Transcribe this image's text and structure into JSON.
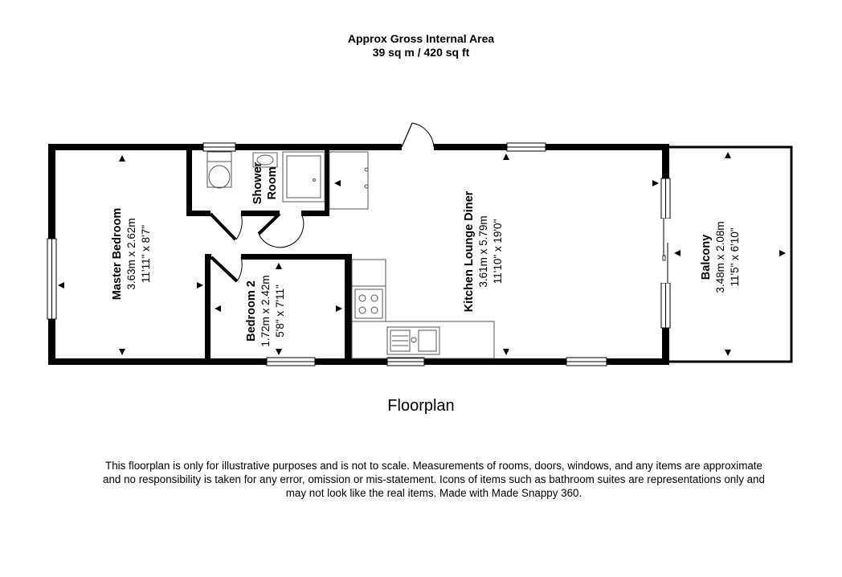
{
  "header": {
    "area_title": "Approx Gross Internal Area",
    "area_value": "39 sq m / 420 sq ft"
  },
  "rooms": {
    "master_bedroom": {
      "name": "Master Bedroom",
      "metric": "3.63m x 2.62m",
      "imperial": "11'11\" x 8'7\""
    },
    "bedroom_2": {
      "name": "Bedroom 2",
      "metric": "1.72m x 2.42m",
      "imperial": "5'8\" x 7'11\""
    },
    "shower_room": {
      "name_line1": "Shower",
      "name_line2": "Room"
    },
    "kitchen": {
      "name": "Kitchen Lounge Diner",
      "metric": "3.61m x 5.79m",
      "imperial": "11'10\" x 19'0\""
    },
    "balcony": {
      "name": "Balcony",
      "metric": "3.48m x 2.08m",
      "imperial": "11'5\" x 6'10\""
    }
  },
  "caption": "Floorplan",
  "disclaimer": {
    "line1": "This floorplan is only for illustrative purposes and is not to scale. Measurements of rooms, doors, windows, and any items are approximate",
    "line2": "and no responsibility is taken for any error, omission or mis-statement. Icons of items such as bathroom suites are representations only and",
    "line3": "may not look like the real items. Made with Made Snappy 360."
  }
}
